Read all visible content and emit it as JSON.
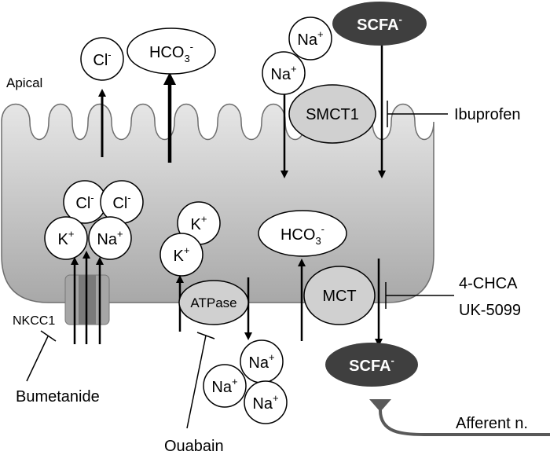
{
  "labels": {
    "apical": "Apical",
    "ibuprofen": "Ibuprofen",
    "nkcc1": "NKCC1",
    "bumetanide": "Bumetanide",
    "ouabain": "Ouabain",
    "mct_inhibitor_1": "4-CHCA",
    "mct_inhibitor_2": "UK-5099",
    "afferent": "Afferent n."
  },
  "transporters": {
    "smct1": "SMCT1",
    "atpase": "ATPase",
    "mct": "MCT"
  },
  "ions": {
    "cl": "Cl",
    "cl_charge": "-",
    "hco3": "HCO",
    "hco3_sub": "3",
    "hco3_charge": "-",
    "na": "Na",
    "na_charge": "+",
    "k": "K",
    "k_charge": "+",
    "scfa": "SCFA",
    "scfa_charge": "-"
  },
  "colors": {
    "cell_top": "#e6e6e6",
    "cell_bottom": "#a8a8a8",
    "transporter_fill": "#d0d0d0",
    "scfa_fill": "#3f3f3f",
    "nkcc1_fill": "#a6a6a6",
    "nkcc1_band": "#7a7a7a",
    "afferent_line": "#595959"
  }
}
